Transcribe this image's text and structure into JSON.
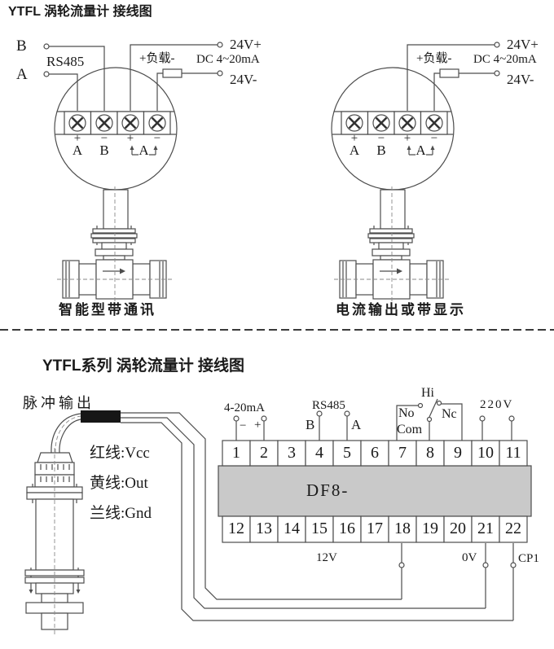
{
  "top": {
    "title": "YTFL 涡轮流量计 接线图",
    "left_meter": {
      "caption": "智能型带通讯",
      "rs485": {
        "b": "B",
        "label": "RS485",
        "a": "A"
      },
      "supply": {
        "pos": "24V+",
        "load": "+负载-",
        "dc": "DC 4~20mA",
        "neg": "24V-"
      },
      "terminals": {
        "p1": "+",
        "l1": "A",
        "p2": "−",
        "l2": "B",
        "p3": "+",
        "p4": "−",
        "loop": "A"
      }
    },
    "right_meter": {
      "caption": "电流输出或带显示",
      "supply": {
        "pos": "24V+",
        "load": "+负载-",
        "dc": "DC 4~20mA",
        "neg": "24V-"
      },
      "terminals": {
        "p1": "+",
        "l1": "A",
        "p2": "−",
        "l2": "B",
        "p3": "+",
        "p4": "−",
        "loop": "A"
      }
    }
  },
  "bottom": {
    "title": "YTFL系列 涡轮流量计 接线图",
    "sensor": {
      "label": "脉冲输出",
      "wires": [
        "红线:Vcc",
        "黄线:Out",
        "兰线:Gnd"
      ]
    },
    "block": {
      "model": "DF8-",
      "top_row": [
        "1",
        "2",
        "3",
        "4",
        "5",
        "6",
        "7",
        "8",
        "9",
        "10",
        "11"
      ],
      "bottom_row": [
        "12",
        "13",
        "14",
        "15",
        "16",
        "17",
        "18",
        "19",
        "20",
        "21",
        "22"
      ],
      "labels": {
        "current": {
          "title": "4-20mA",
          "minus": "−",
          "plus": "+"
        },
        "rs485": {
          "title": "RS485",
          "b": "B",
          "a": "A"
        },
        "relay": {
          "hi": "Hi",
          "no": "No",
          "com": "Com",
          "nc": "Nc"
        },
        "mains": "220V",
        "v12": "12V",
        "v0": "0V",
        "cp1": "CP1"
      }
    }
  },
  "colors": {
    "line": "#4d4d4d",
    "body_gray": "#c9c9c9",
    "ink": "#1a1a1a"
  }
}
